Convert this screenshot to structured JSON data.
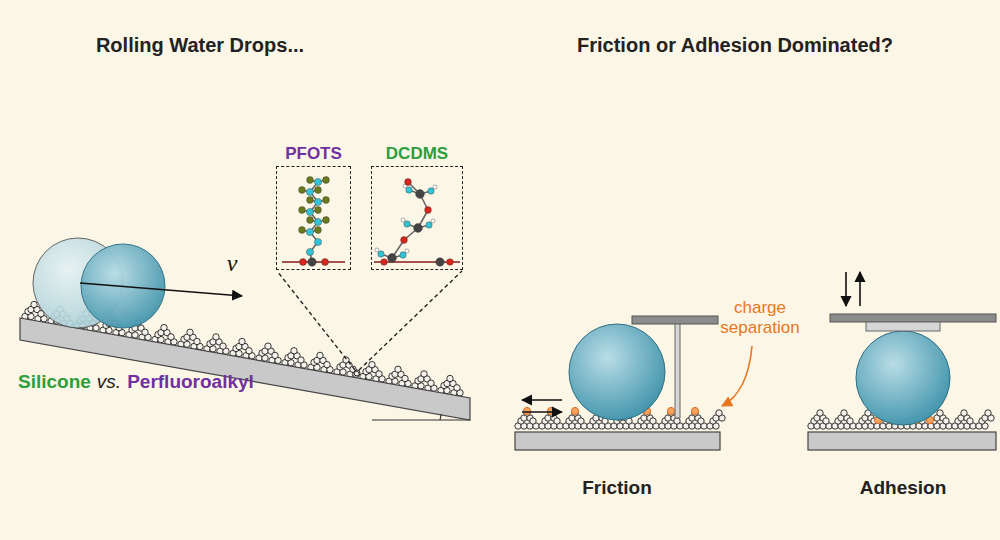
{
  "diagram": {
    "nodes": [
      {
        "text": [
          "PFOTS"
        ]
      },
      {
        "text": [
          "DCDMS"
        ]
      }
    ],
    "labels": [
      "Rolling Water Drops...",
      "Friction or Adhesion Dominated?",
      "v",
      "Silicone",
      "vs.",
      "Perfluoroalkyl",
      "charge separation",
      "Friction",
      "Adhesion"
    ]
  }
}
